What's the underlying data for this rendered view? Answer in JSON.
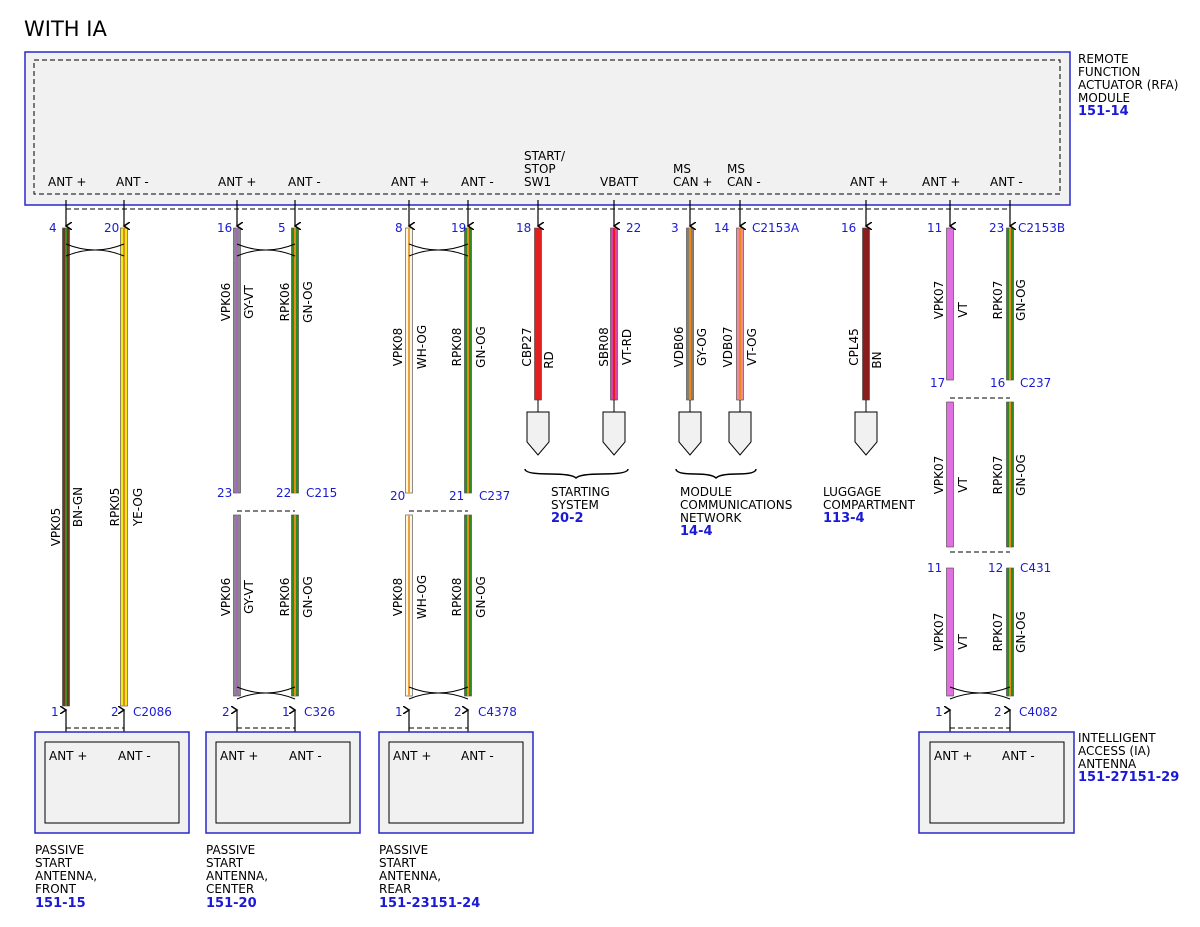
{
  "title": "WITH IA",
  "module": {
    "name_lines": [
      "REMOTE",
      "FUNCTION",
      "ACTUATOR (RFA)",
      "MODULE"
    ],
    "ref": "151-14",
    "pins": [
      "ANT +",
      "ANT -",
      "ANT +",
      "ANT -",
      "ANT +",
      "ANT -",
      "START/",
      "STOP",
      "SW1",
      "VBATT",
      "MS",
      "CAN +",
      "MS",
      "CAN -",
      "ANT +",
      "ANT +",
      "ANT -"
    ],
    "connector_a": "C2153A",
    "connector_b": "C2153B"
  },
  "pin_numbers": [
    "4",
    "20",
    "16",
    "5",
    "8",
    "19",
    "18",
    "22",
    "3",
    "14",
    "16",
    "11",
    "23"
  ],
  "wires": [
    {
      "circuit": "VPK05",
      "color": "BN-GN",
      "fill": "#6b3a1e",
      "stripe": "#3f8a2c"
    },
    {
      "circuit": "RPK05",
      "color": "YE-OG",
      "fill": "#f3ea1a",
      "stripe": "#e88a1a"
    },
    {
      "circuit": "VPK06",
      "color": "GY-VT",
      "fill": "#8d8490",
      "stripe": "#a06ab8"
    },
    {
      "circuit": "RPK06",
      "color": "GN-OG",
      "fill": "#2f8a1f",
      "stripe": "#e88a1a"
    },
    {
      "circuit": "VPK08",
      "color": "WH-OG",
      "fill": "#fff6e0",
      "stripe": "#e8a040"
    },
    {
      "circuit": "RPK08",
      "color": "GN-OG",
      "fill": "#2f8a1f",
      "stripe": "#e88a1a"
    },
    {
      "circuit": "CBP27",
      "color": "RD",
      "fill": "#e41e1e",
      "stripe": "#e41e1e"
    },
    {
      "circuit": "SBR08",
      "color": "VT-RD",
      "fill": "#e040a8",
      "stripe": "#e41e1e"
    },
    {
      "circuit": "VDB06",
      "color": "GY-OG",
      "fill": "#8a7e6e",
      "stripe": "#e88a1a"
    },
    {
      "circuit": "VDB07",
      "color": "VT-OG",
      "fill": "#f08a9a",
      "stripe": "#e88a1a"
    },
    {
      "circuit": "CPL45",
      "color": "BN",
      "fill": "#8a1e1e",
      "stripe": "#8a1e1e"
    },
    {
      "circuit": "VPK07",
      "color": "VT",
      "fill": "#e070e0",
      "stripe": "#e070e0"
    },
    {
      "circuit": "RPK07",
      "color": "GN-OG",
      "fill": "#2f8a1f",
      "stripe": "#e88a1a"
    }
  ],
  "inline_connectors": {
    "c215": {
      "name": "C215",
      "pins": [
        "23",
        "22"
      ]
    },
    "c237_rear": {
      "name": "C237",
      "pins": [
        "20",
        "21"
      ]
    },
    "c237_ia": {
      "name": "C237",
      "pins": [
        "17",
        "16"
      ]
    },
    "c431": {
      "name": "C431",
      "pins": [
        "11",
        "12"
      ]
    }
  },
  "destinations": [
    {
      "lines": [
        "STARTING",
        "SYSTEM"
      ],
      "ref": "20-2"
    },
    {
      "lines": [
        "MODULE",
        "COMMUNICATIONS",
        "NETWORK"
      ],
      "ref": "14-4"
    },
    {
      "lines": [
        "LUGGAGE",
        "COMPARTMENT"
      ],
      "ref": "113-4"
    }
  ],
  "antennas": [
    {
      "connector": "C2086",
      "pins": [
        "1",
        "2"
      ],
      "pin_labels": [
        "ANT +",
        "ANT -"
      ],
      "lines": [
        "PASSIVE",
        "START",
        "ANTENNA,",
        "FRONT"
      ],
      "ref": "151-15"
    },
    {
      "connector": "C326",
      "pins": [
        "2",
        "1"
      ],
      "pin_labels": [
        "ANT +",
        "ANT -"
      ],
      "lines": [
        "PASSIVE",
        "START",
        "ANTENNA,",
        "CENTER"
      ],
      "ref": "151-20"
    },
    {
      "connector": "C4378",
      "pins": [
        "1",
        "2"
      ],
      "pin_labels": [
        "ANT +",
        "ANT -"
      ],
      "lines": [
        "PASSIVE",
        "START",
        "ANTENNA,",
        "REAR"
      ],
      "ref": "151-23151-24"
    },
    {
      "connector": "C4082",
      "pins": [
        "1",
        "2"
      ],
      "pin_labels": [
        "ANT +",
        "ANT -"
      ],
      "lines": [
        "INTELLIGENT",
        "ACCESS (IA)",
        "ANTENNA"
      ],
      "ref": "151-27151-29"
    }
  ]
}
